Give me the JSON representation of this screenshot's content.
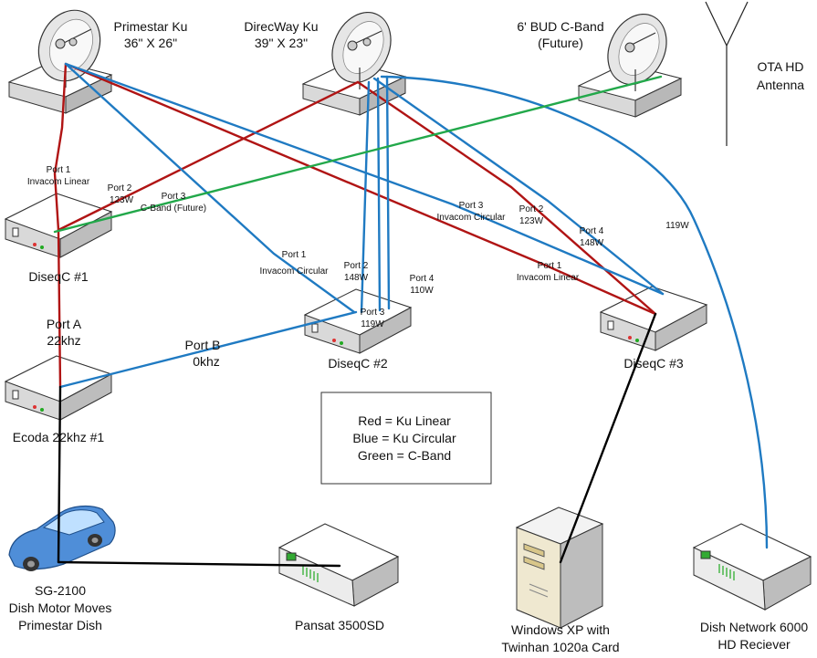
{
  "colors": {
    "red": "#b01414",
    "blue": "#1f7ac2",
    "green": "#22a84a",
    "black": "#000000",
    "device_top": "#ffffff",
    "device_side": "#d9d9d9"
  },
  "dishes": {
    "primestar": {
      "line1": "Primestar Ku",
      "line2": "36\" X 26\""
    },
    "direcway": {
      "line1": "DirecWay Ku",
      "line2": "39\" X 23\""
    },
    "bud": {
      "line1": "6' BUD C-Band",
      "line2": "(Future)"
    }
  },
  "antenna": {
    "line1": "OTA HD",
    "line2": "Antenna"
  },
  "diseqc1": {
    "name": "DiseqC #1",
    "port1": [
      "Port 1",
      "Invacom Linear"
    ],
    "port2": [
      "Port 2",
      "123W"
    ],
    "port3": [
      "Port 3",
      "C-Band (Future)"
    ],
    "porta": [
      "Port A",
      "22khz"
    ]
  },
  "diseqc2": {
    "name": "DiseqC #2",
    "port1": [
      "Port 1",
      "Invacom Circular"
    ],
    "port2": [
      "Port 2",
      "148W"
    ],
    "port3": [
      "Port 3",
      "119W"
    ],
    "port4": [
      "Port 4",
      "110W"
    ],
    "portb": [
      "Port B",
      "0khz"
    ]
  },
  "diseqc3": {
    "name": "DiseqC #3",
    "port1": [
      "Port 1",
      "Invacom Linear"
    ],
    "port2": [
      "Port 2",
      "123W"
    ],
    "port3": [
      "Port 3",
      "Invacom Circular"
    ],
    "port4": [
      "Port 4",
      "148W"
    ],
    "feed": "119W"
  },
  "ecoda": {
    "name": "Ecoda 22khz #1"
  },
  "legend": [
    "Red = Ku Linear",
    "Blue = Ku Circular",
    "Green = C-Band"
  ],
  "sg2100": [
    "SG-2100",
    "Dish Motor Moves",
    "Primestar Dish"
  ],
  "pansat": "Pansat 3500SD",
  "pc": [
    "Windows XP with",
    "Twinhan 1020a Card"
  ],
  "dishnet": [
    "Dish Network 6000",
    "HD Reciever"
  ]
}
